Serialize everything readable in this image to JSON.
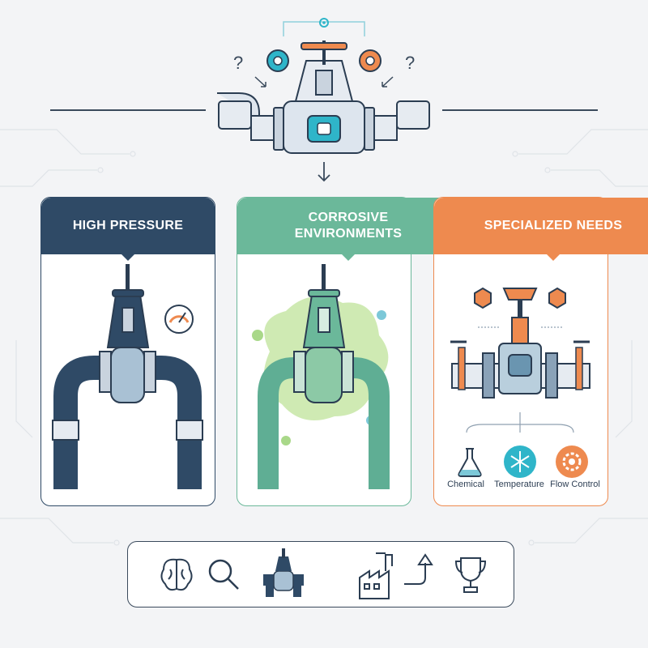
{
  "cards": [
    {
      "title": "HIGH PRESSURE",
      "color": "#2f4a66"
    },
    {
      "title": "CORROSIVE ENVIRONMENTS",
      "color": "#6bb89a"
    },
    {
      "title": "SPECIALIZED NEEDS",
      "color": "#ee8a4f"
    }
  ],
  "specialized_options": [
    "Chemical",
    "Temperature",
    "Flow Control"
  ],
  "top_icons": [
    "question-icon",
    "gear-icon",
    "valve-icon",
    "gear-icon",
    "question-icon"
  ],
  "bottom_icons": [
    "brain-icon",
    "magnifier-icon",
    "valve-icon",
    "factory-icon",
    "arrow-up-icon",
    "trophy-icon"
  ],
  "colors": {
    "navy": "#2f4a66",
    "green": "#6bb89a",
    "orange": "#ee8a4f",
    "teal": "#2fb5c9"
  }
}
